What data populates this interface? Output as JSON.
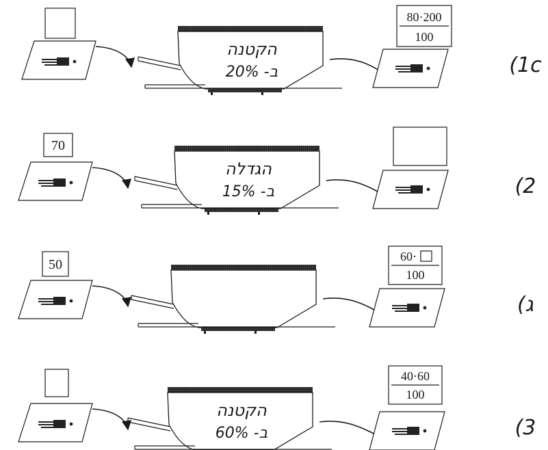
{
  "rows": [
    {
      "label": "(1c",
      "input_value": "",
      "machine_word": "הקטנה",
      "machine_percent": "20% -ב",
      "output_numerator": "80·200",
      "output_denominator": "100",
      "output_has_square": false
    },
    {
      "label": "(2",
      "input_value": "70",
      "machine_word": "הגדלה",
      "machine_percent": "15% -ב",
      "output_numerator": "",
      "output_denominator": "",
      "output_has_square": false
    },
    {
      "label": "(ג",
      "input_value": "50",
      "machine_word": "",
      "machine_percent": "",
      "output_numerator": "60·",
      "output_denominator": "100",
      "output_has_square": true
    },
    {
      "label": "(3",
      "input_value": "",
      "machine_word": "הקטנה",
      "machine_percent": "60% -ב",
      "output_numerator": "40·60",
      "output_denominator": "100",
      "output_has_square": false
    }
  ],
  "colors": {
    "ink": "#1a1a1a",
    "paper": "#ffffff",
    "stipple": "#555555"
  },
  "icons": [
    "input-plate-icon",
    "copier-machine-icon",
    "output-plate-icon",
    "arrow-icon"
  ]
}
